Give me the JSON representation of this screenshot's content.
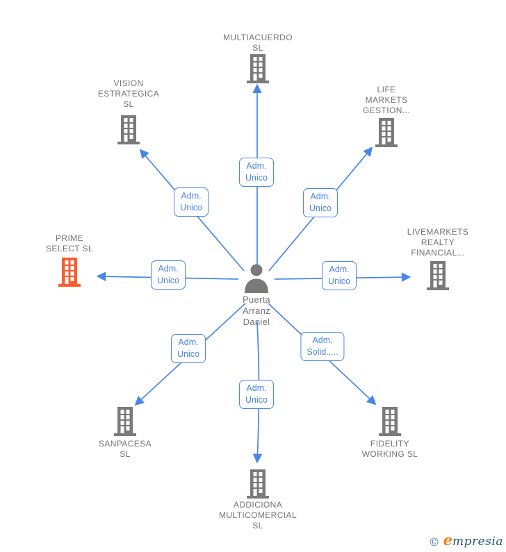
{
  "diagram": {
    "center": {
      "name": "Puerta\nArranz\nDaniel"
    },
    "companies": [
      {
        "id": "multiacuerdo",
        "label": "MULTIACUERDO\nSL"
      },
      {
        "id": "vision-estrategica",
        "label": "VISION\nESTRATEGICA\nSL"
      },
      {
        "id": "life-markets",
        "label": "LIFE\nMARKETS\nGESTION..."
      },
      {
        "id": "prime-select",
        "label": "PRIME\nSELECT  SL"
      },
      {
        "id": "livemarkets",
        "label": "LIVEMARKETS\nREALTY\nFINANCIAL..."
      },
      {
        "id": "sanpacesa",
        "label": "SANPACESA\nSL"
      },
      {
        "id": "fidelity",
        "label": "FIDELITY\nWORKING  SL"
      },
      {
        "id": "addiciona",
        "label": "ADDICIONA\nMULTICOMERCIAL\nSL"
      }
    ],
    "edges": [
      {
        "to": "multiacuerdo",
        "label": "Adm.\nUnico"
      },
      {
        "to": "vision-estrategica",
        "label": "Adm.\nUnico"
      },
      {
        "to": "life-markets",
        "label": "Adm.\nUnico"
      },
      {
        "to": "prime-select",
        "label": "Adm.\nUnico"
      },
      {
        "to": "livemarkets",
        "label": "Adm.\nUnico"
      },
      {
        "to": "sanpacesa",
        "label": "Adm.\nUnico"
      },
      {
        "to": "fidelity",
        "label": "Adm.\nSolid.,..."
      },
      {
        "to": "addiciona",
        "label": "Adm.\nUnico"
      }
    ],
    "colors": {
      "edge_blue": "#4a86e8",
      "node_gray": "#7a7a7a",
      "node_accent_orange": "#fb5d30",
      "label_gray": "#757575"
    }
  },
  "watermark": {
    "copyright": "©",
    "brand_initial": "e",
    "brand_rest": "mpresia"
  }
}
